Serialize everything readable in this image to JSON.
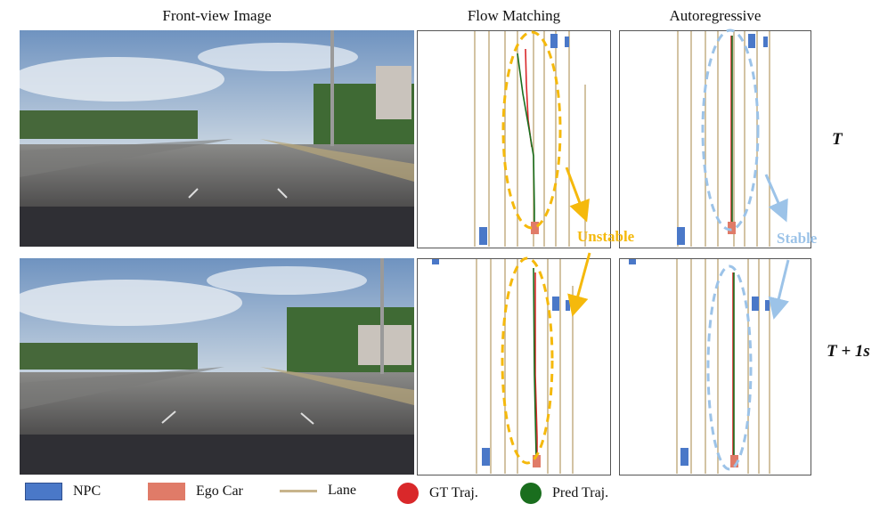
{
  "columns": {
    "front_view": "Front-view Image",
    "flow_matching": "Flow Matching",
    "autoregressive": "Autoregressive"
  },
  "rows": [
    {
      "label": "T"
    },
    {
      "label": "T + 1s"
    }
  ],
  "annotations": {
    "unstable": "Unstable",
    "stable": "Stable"
  },
  "legend": [
    {
      "label": "NPC",
      "kind": "rect",
      "color": "#4a78c8"
    },
    {
      "label": "Ego Car",
      "kind": "rect",
      "color": "#e07b68"
    },
    {
      "label": "Lane",
      "kind": "line",
      "color": "#c8b48c"
    },
    {
      "label": "GT Traj.",
      "kind": "dot",
      "color": "#d9282a"
    },
    {
      "label": "Pred Traj.",
      "kind": "dot",
      "color": "#1a6e1e"
    }
  ],
  "colors": {
    "unstable_accent": "#f5b90c",
    "stable_accent": "#9cc3e8",
    "npc": "#4a78c8",
    "ego": "#e07b68",
    "lane": "#c8b48c",
    "gt": "#d9282a",
    "pred": "#1a6e1e"
  }
}
